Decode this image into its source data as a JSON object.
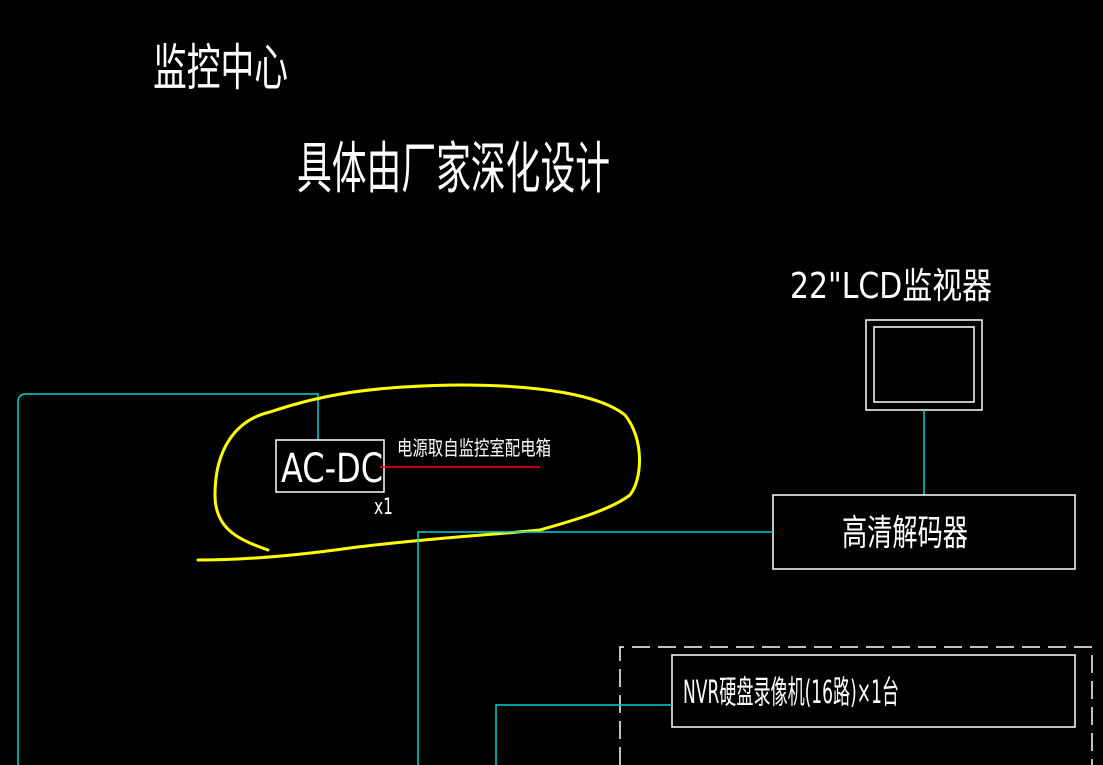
{
  "title_main": "监控中心",
  "subtitle": "具体由厂家深化设计",
  "monitor": {
    "label": "22\"LCD监视器"
  },
  "acdc": {
    "label": "AC-DC",
    "qty": "x1"
  },
  "power_note": "电源取自监控室配电箱",
  "decoder": {
    "label": "高清解码器"
  },
  "nvr": {
    "label": "NVR硬盘录像机(16路)×1台"
  },
  "colors": {
    "background": "#000000",
    "text": "#ffffff",
    "wire": "#00d2d2",
    "highlight": "#ffff00",
    "power_line": "#ff0000"
  }
}
